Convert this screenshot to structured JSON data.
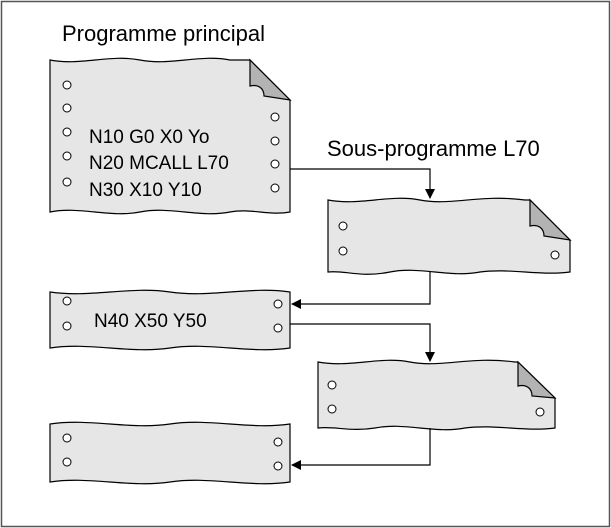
{
  "diagram": {
    "main_program": {
      "title": "Programme principal",
      "lines": [
        "N10 G0 X0 Yo",
        "N20 MCALL L70",
        "N30 X10 Y10"
      ]
    },
    "subprogram": {
      "title": "Sous-programme L70"
    },
    "continuation_block": {
      "line": "N40 X50 Y50"
    },
    "colors": {
      "sheet_fill": "#e6e6e6",
      "fold_fill": "#b3b3b3",
      "stroke": "#000000",
      "frame_border": "#555555"
    }
  }
}
